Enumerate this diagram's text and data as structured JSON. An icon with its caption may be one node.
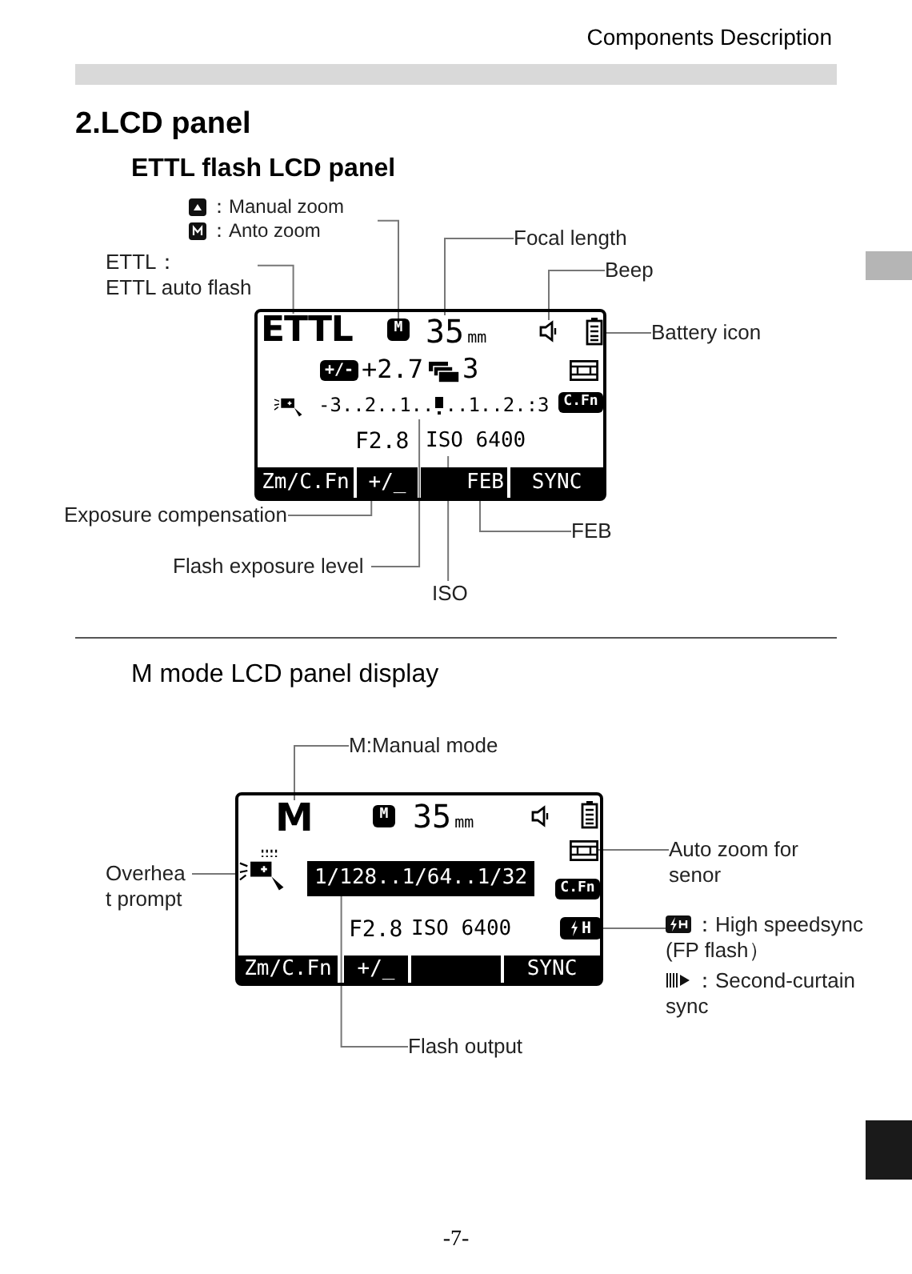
{
  "diagram": {
    "title": "2.LCD panel",
    "nodes": [
      {
        "text": [
          "ETTL：",
          "ETTL auto flash"
        ]
      },
      {
        "text": [
          "：Manual zoom",
          "：Anto zoom"
        ]
      },
      {
        "text": [
          "Focal length"
        ]
      },
      {
        "text": [
          "Beep"
        ]
      },
      {
        "text": [
          "Battery icon"
        ]
      },
      {
        "text": [],
        "shape": "box"
      },
      {
        "text": [
          "ETTL"
        ],
        "in": 5
      },
      {
        "text": [
          "M"
        ],
        "in": 5
      },
      {
        "text": [
          "35",
          "mm"
        ],
        "in": 5
      },
      {
        "text": [],
        "shape": "speaker",
        "in": 5
      },
      {
        "text": [],
        "shape": "battery",
        "in": 5
      },
      {
        "text": [
          "+/-"
        ],
        "in": 5
      },
      {
        "text": [
          "+2.7"
        ],
        "in": 5
      },
      {
        "text": [
          "3"
        ],
        "in": 5
      },
      {
        "text": [
          "-3..2..1..",
          "..1..2.:3"
        ],
        "in": 5
      },
      {
        "text": [
          "C.Fn"
        ],
        "in": 5
      },
      {
        "text": [
          "F2.8"
        ],
        "in": 5
      },
      {
        "text": [
          "ISO 6400"
        ],
        "in": 5
      },
      {
        "text": [
          "Zm/C.Fn"
        ],
        "in": 5
      },
      {
        "text": [
          "+/_"
        ],
        "in": 5
      },
      {
        "text": [
          "FEB"
        ],
        "in": 5
      },
      {
        "text": [
          "SYNC"
        ],
        "in": 5
      },
      {
        "text": [
          "Exposure compensation"
        ]
      },
      {
        "text": [
          "Flash exposure level"
        ]
      },
      {
        "text": [
          "ISO"
        ]
      },
      {
        "text": [
          "FEB"
        ]
      },
      {
        "text": [
          "M:Manual mode"
        ]
      },
      {
        "text": [
          "Overhea t prompt"
        ]
      },
      {
        "text": [],
        "shape": "box"
      },
      {
        "text": [
          "M"
        ],
        "in": 28
      },
      {
        "text": [
          "M"
        ],
        "in": 28
      },
      {
        "text": [
          "35",
          "mm"
        ],
        "in": 28
      },
      {
        "text": [],
        "shape": "picture",
        "in": 28
      },
      {
        "text": [],
        "shape": "picture",
        "in": 28
      },
      {
        "text": [
          "1/128..1/64..1/32"
        ],
        "in": 28
      },
      {
        "text": [
          "C.Fn"
        ],
        "in": 28
      },
      {
        "text": [
          "F2.8"
        ],
        "in": 28
      },
      {
        "text": [
          "ISO 6400"
        ],
        "in": 28
      },
      {
        "text": [
          "H"
        ],
        "in": 28
      },
      {
        "text": [
          "Zm/C.Fn"
        ],
        "in": 28
      },
      {
        "text": [
          "+/_"
        ],
        "in": 28
      },
      {
        "text": [
          "SYNC"
        ],
        "in": 28
      },
      {
        "text": [
          "Auto zoom for senor"
        ]
      },
      {
        "text": [
          "：High speedsync (FP flash）",
          "：Second-curtain sync"
        ]
      },
      {
        "text": [
          "Flash output"
        ]
      }
    ],
    "edges": [
      {
        "from": 0,
        "to": 6,
        "arrow": "none"
      },
      {
        "from": 1,
        "to": 7,
        "arrow": "none"
      },
      {
        "from": 2,
        "to": 8,
        "arrow": "none"
      },
      {
        "from": 3,
        "to": 9,
        "arrow": "none"
      },
      {
        "from": 4,
        "to": 10,
        "arrow": "none"
      },
      {
        "from": 22,
        "to": 19,
        "arrow": "none"
      },
      {
        "from": 23,
        "to": 14,
        "arrow": "none"
      },
      {
        "from": 24,
        "to": 17,
        "arrow": "none"
      },
      {
        "from": 25,
        "to": 20,
        "arrow": "none"
      },
      {
        "from": 26,
        "to": 29,
        "arrow": "none"
      },
      {
        "from": 27,
        "to": 32,
        "arrow": "none"
      },
      {
        "from": 42,
        "to": 33,
        "arrow": "none"
      },
      {
        "from": 43,
        "to": 38,
        "arrow": "none"
      },
      {
        "from": 44,
        "to": 34,
        "arrow": "none"
      }
    ],
    "labels": [
      "Components Description",
      "ETTL flash LCD panel",
      "M mode LCD panel display",
      "-7-"
    ]
  }
}
